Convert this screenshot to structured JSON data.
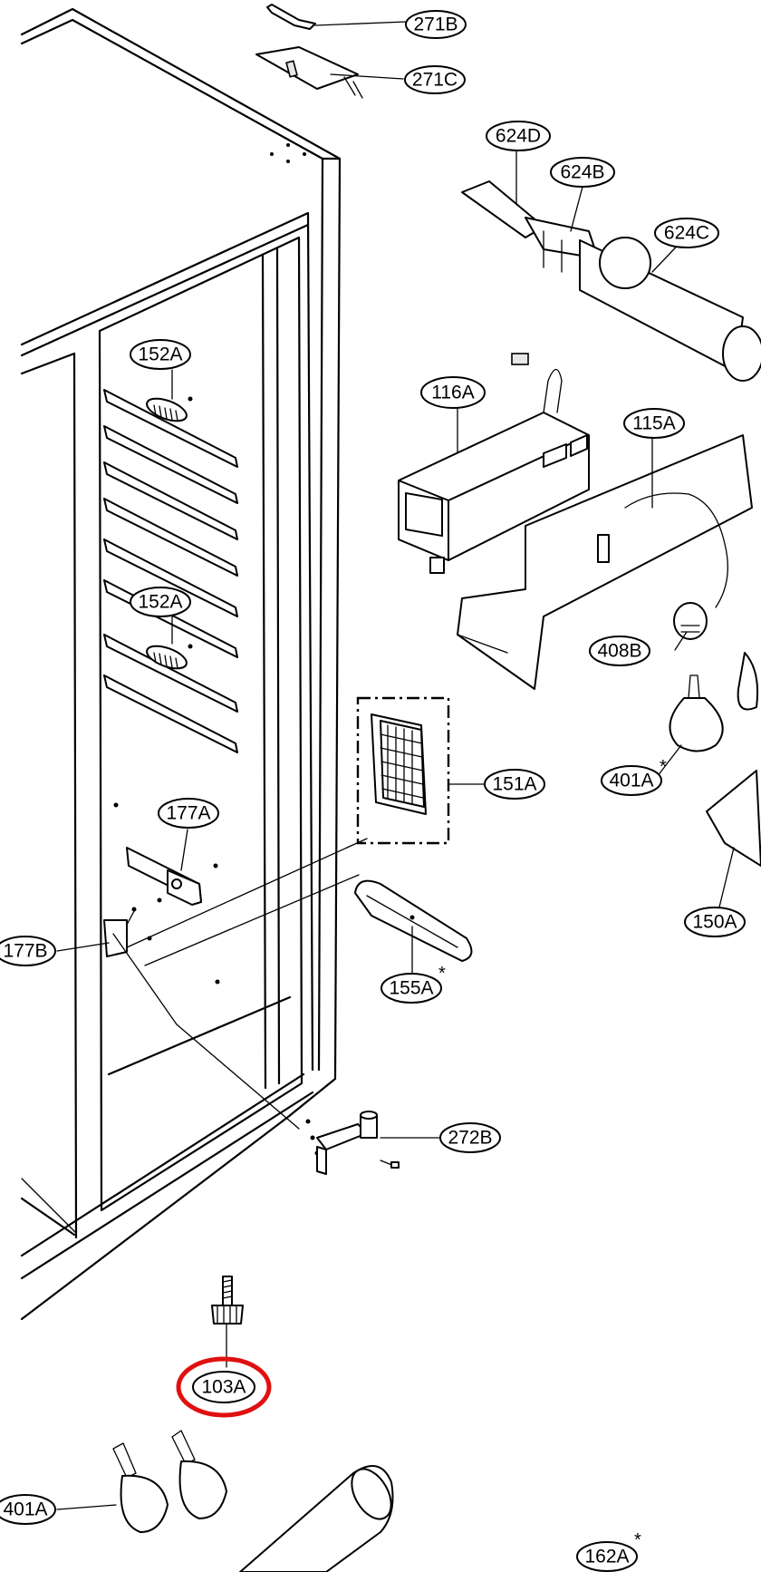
{
  "labels": {
    "l271B": "271B",
    "l271C": "271C",
    "l624D": "624D",
    "l624B": "624B",
    "l624C": "624C",
    "l116A": "116A",
    "l115A": "115A",
    "l152A_top": "152A",
    "l152A_mid": "152A",
    "l408B": "408B",
    "l401A_right": "401A",
    "l151A": "151A",
    "l177A": "177A",
    "l177B": "177B",
    "l150A": "150A",
    "l155A": "155A",
    "l272B": "272B",
    "l103A": "103A",
    "l401A_left": "401A",
    "l162A": "162A"
  },
  "markers": {
    "star": "*"
  },
  "highlight": {
    "part": "103A",
    "color": "#e01010"
  }
}
